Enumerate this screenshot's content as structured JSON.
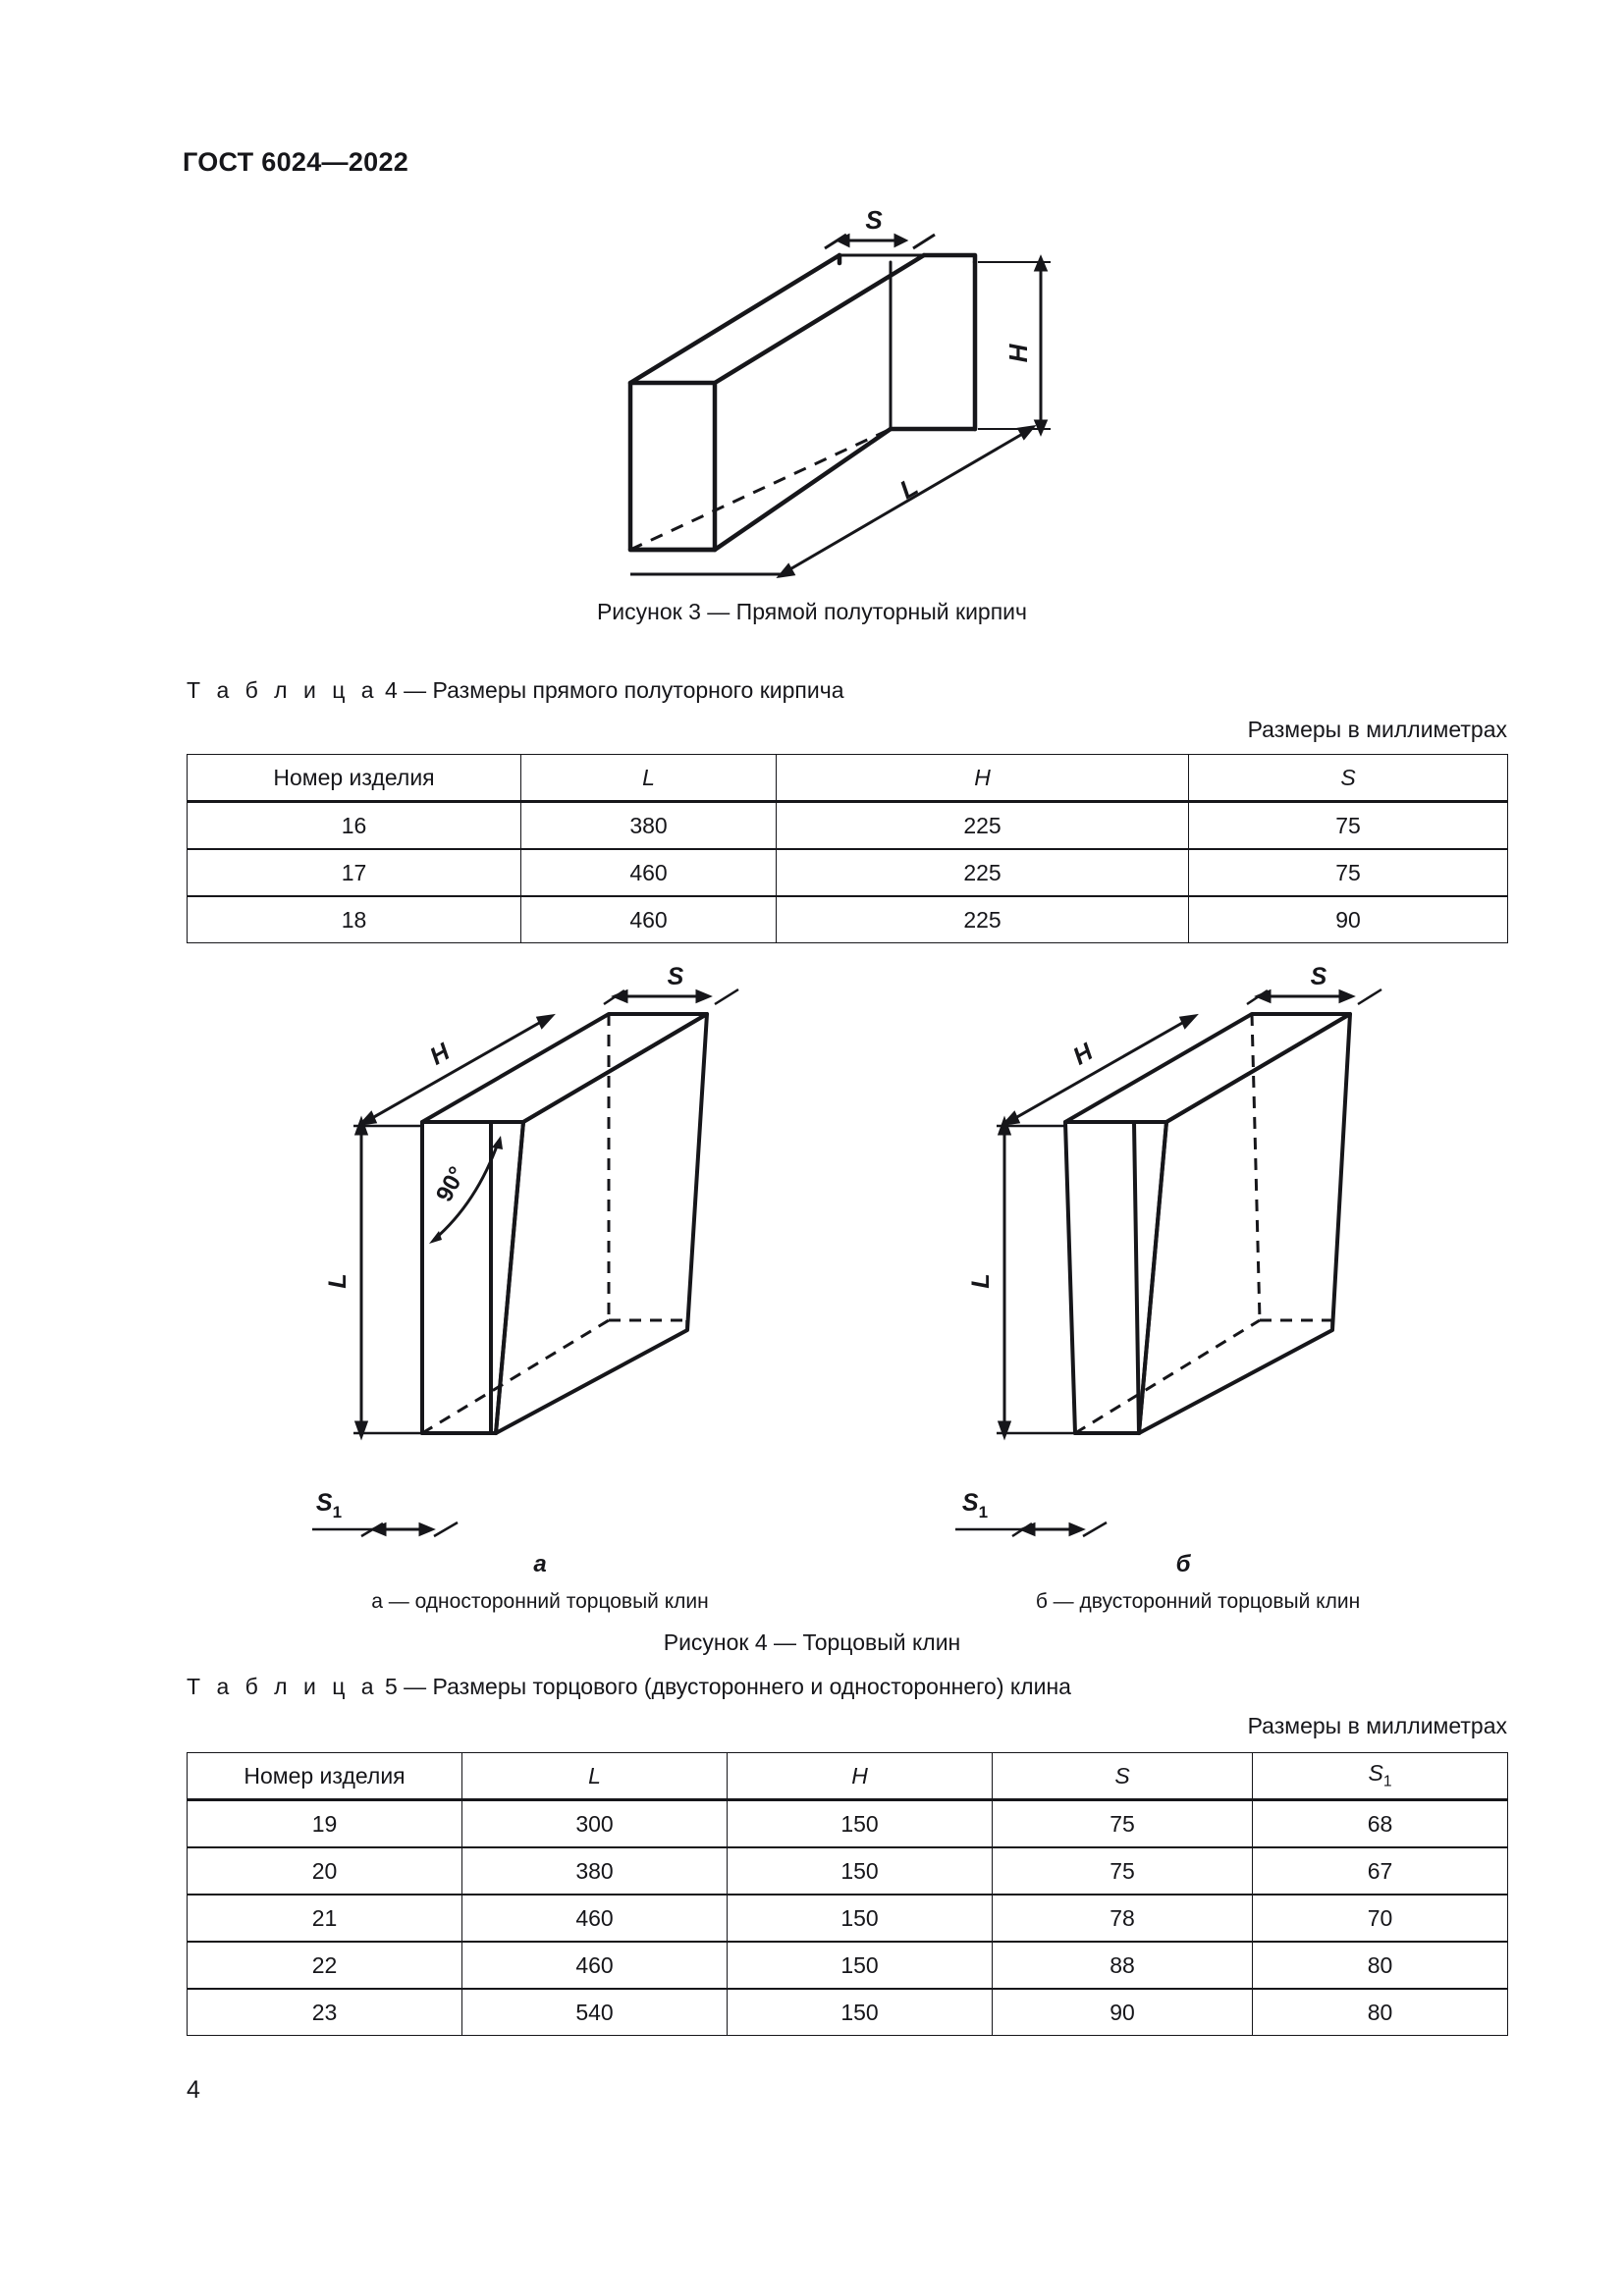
{
  "document": {
    "header": "ГОСТ 6024—2022",
    "page_number": "4"
  },
  "figure3": {
    "caption": "Рисунок 3 — Прямой полуторный кирпич",
    "labels": {
      "s": "S",
      "h": "H",
      "l": "L"
    }
  },
  "table4": {
    "caption_word": "Т а б л и ц а",
    "caption_rest": "4 — Размеры прямого полуторного кирпича",
    "units_note": "Размеры в миллиметрах",
    "columns": [
      "Номер изделия",
      "L",
      "H",
      "S"
    ],
    "rows": [
      [
        "16",
        "380",
        "225",
        "75"
      ],
      [
        "17",
        "460",
        "225",
        "75"
      ],
      [
        "18",
        "460",
        "225",
        "90"
      ]
    ]
  },
  "figure4": {
    "caption": "Рисунок 4 — Торцовый клин",
    "variant_a": {
      "letter": "а",
      "description": "а — односторонний торцовый клин",
      "labels": {
        "s": "S",
        "h": "H",
        "l": "L",
        "s1": "S",
        "s1_sub": "1",
        "angle": "90°"
      }
    },
    "variant_b": {
      "letter": "б",
      "description": "б — двусторонний торцовый клин",
      "labels": {
        "s": "S",
        "h": "H",
        "l": "L",
        "s1": "S",
        "s1_sub": "1"
      }
    }
  },
  "table5": {
    "caption_word": "Т а б л и ц а",
    "caption_rest": "5 — Размеры торцового (двустороннего и одностороннего) клина",
    "units_note": "Размеры в миллиметрах",
    "columns": [
      "Номер изделия",
      "L",
      "H",
      "S",
      "S₁"
    ],
    "rows": [
      [
        "19",
        "300",
        "150",
        "75",
        "68"
      ],
      [
        "20",
        "380",
        "150",
        "75",
        "67"
      ],
      [
        "21",
        "460",
        "150",
        "78",
        "70"
      ],
      [
        "22",
        "460",
        "150",
        "88",
        "80"
      ],
      [
        "23",
        "540",
        "150",
        "90",
        "80"
      ]
    ]
  }
}
